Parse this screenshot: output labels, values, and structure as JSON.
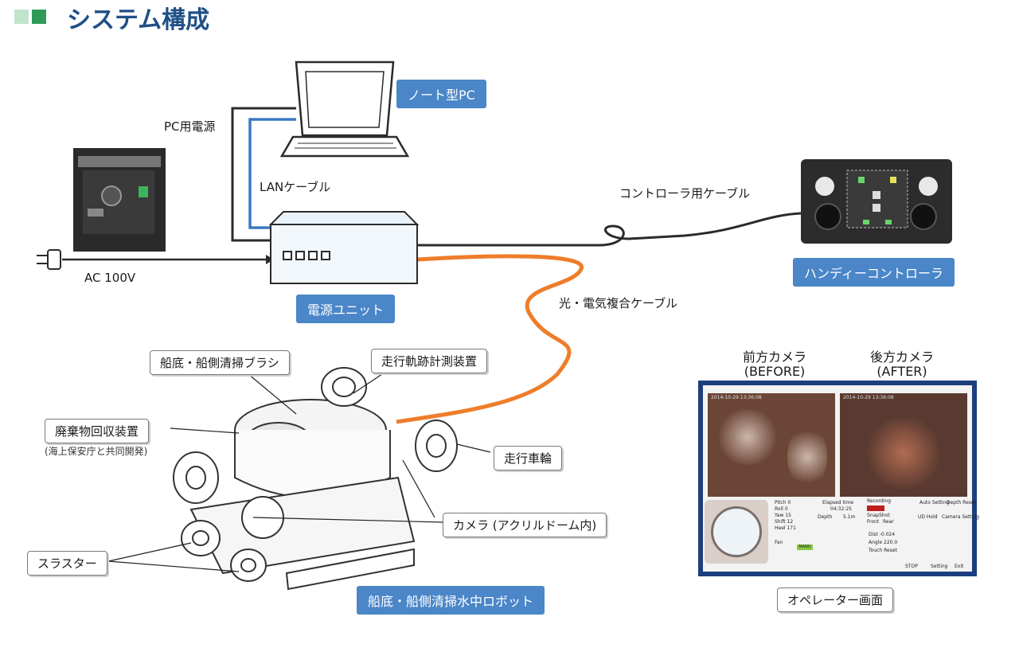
{
  "header": {
    "title": "システム構成"
  },
  "labels": {
    "laptop": "ノート型PC",
    "pc_power": "PC用電源",
    "lan_cable": "LANケーブル",
    "ac": "AC 100V",
    "power_unit": "電源ユニット",
    "controller_cable": "コントローラ用ケーブル",
    "handy_controller": "ハンディーコントローラ",
    "optical_cable": "光・電気複合ケーブル",
    "robot": "船底・船側清掃水中ロボット",
    "operator_screen": "オペレーター画面"
  },
  "callouts": {
    "brush": "船底・船側清掃ブラシ",
    "trajectory": "走行軌跡計測装置",
    "waste": "廃棄物回収装置",
    "waste_note": "(海上保安庁と共同開発)",
    "wheel": "走行車輪",
    "camera": "カメラ (アクリルドーム内)",
    "thruster": "スラスター"
  },
  "cameras": {
    "front_title": "前方カメラ",
    "front_sub": "(BEFORE)",
    "rear_title": "後方カメラ",
    "rear_sub": "(AFTER)"
  },
  "operator_ui": {
    "timestamp_left": "2014-10-29 13:36:08",
    "timestamp_right": "2014-10-29 13:36:08",
    "pitch_label": "Pitch",
    "pitch_value": "0",
    "roll_label": "Roll",
    "roll_value": "0",
    "yaw_label": "Yaw",
    "yaw_value": "15",
    "shift_label": "Shift",
    "shift_value": "12",
    "heel_label": "Heel",
    "heel_value": "171",
    "elapsed_label": "Elapsed time",
    "elapsed_value": "04:32:25",
    "depth_label": "Depth",
    "depth_value": "5.1m",
    "recording_label": "Recording",
    "snapshot_label": "SnapShot",
    "front_label": "Front",
    "rear_label": "Rear",
    "auto_setting": "Auto Setting",
    "depth_reset": "Depth Reset",
    "ud_hold": "UD Hold",
    "camera_setting": "Camera Setting",
    "dist_label": "Dist",
    "dist_value": "-0.024",
    "angle_label": "Angle",
    "angle_value": "220.0",
    "touch_label": "Touch",
    "touch_reset": "Reset",
    "stop_label": "STOP",
    "setting_label": "Setting",
    "exit_label": "Exit",
    "fan_label": "Fan",
    "manu_label": "MANU"
  },
  "colors": {
    "title": "#1f4f86",
    "label_bg": "#4a86c8",
    "orange_cable": "#ee7d2b",
    "lan_cable": "#3b78c4",
    "screen_frame": "#1c3f7f"
  }
}
